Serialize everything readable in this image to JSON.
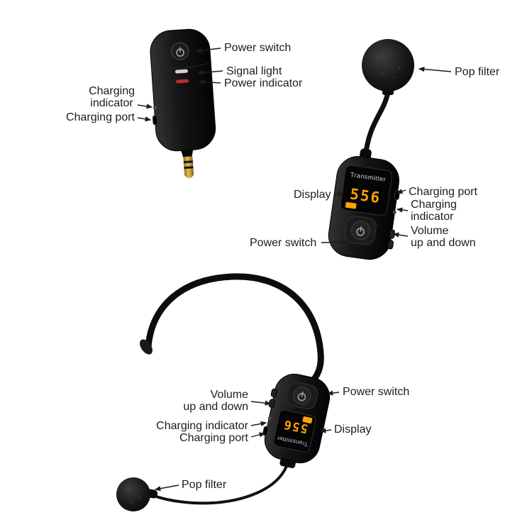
{
  "receiver": {
    "labels": {
      "power_switch": "Power switch",
      "signal_light": "Signal light",
      "power_indicator": "Power indicator",
      "charging_indicator": "Charging\nindicator",
      "charging_port": "Charging port"
    }
  },
  "mic_top": {
    "pop_filter": "Pop filter"
  },
  "transmitter": {
    "screen_title": "Transmitter",
    "channel": "556",
    "labels": {
      "display": "Display",
      "power_switch": "Power switch",
      "charging_port": "Charging port",
      "charging_indicator": "Charging\nindicator",
      "volume": "Volume\nup and down"
    }
  },
  "headset": {
    "screen_title": "Transmitter",
    "channel": "556",
    "labels": {
      "volume": "Volume\nup and down",
      "charging_indicator": "Charging indicator",
      "charging_port": "Charging port",
      "power_switch": "Power switch",
      "display": "Display",
      "pop_filter": "Pop filter"
    }
  },
  "colors": {
    "display_accent": "#ffa200",
    "label_text": "#1d1d1f"
  }
}
